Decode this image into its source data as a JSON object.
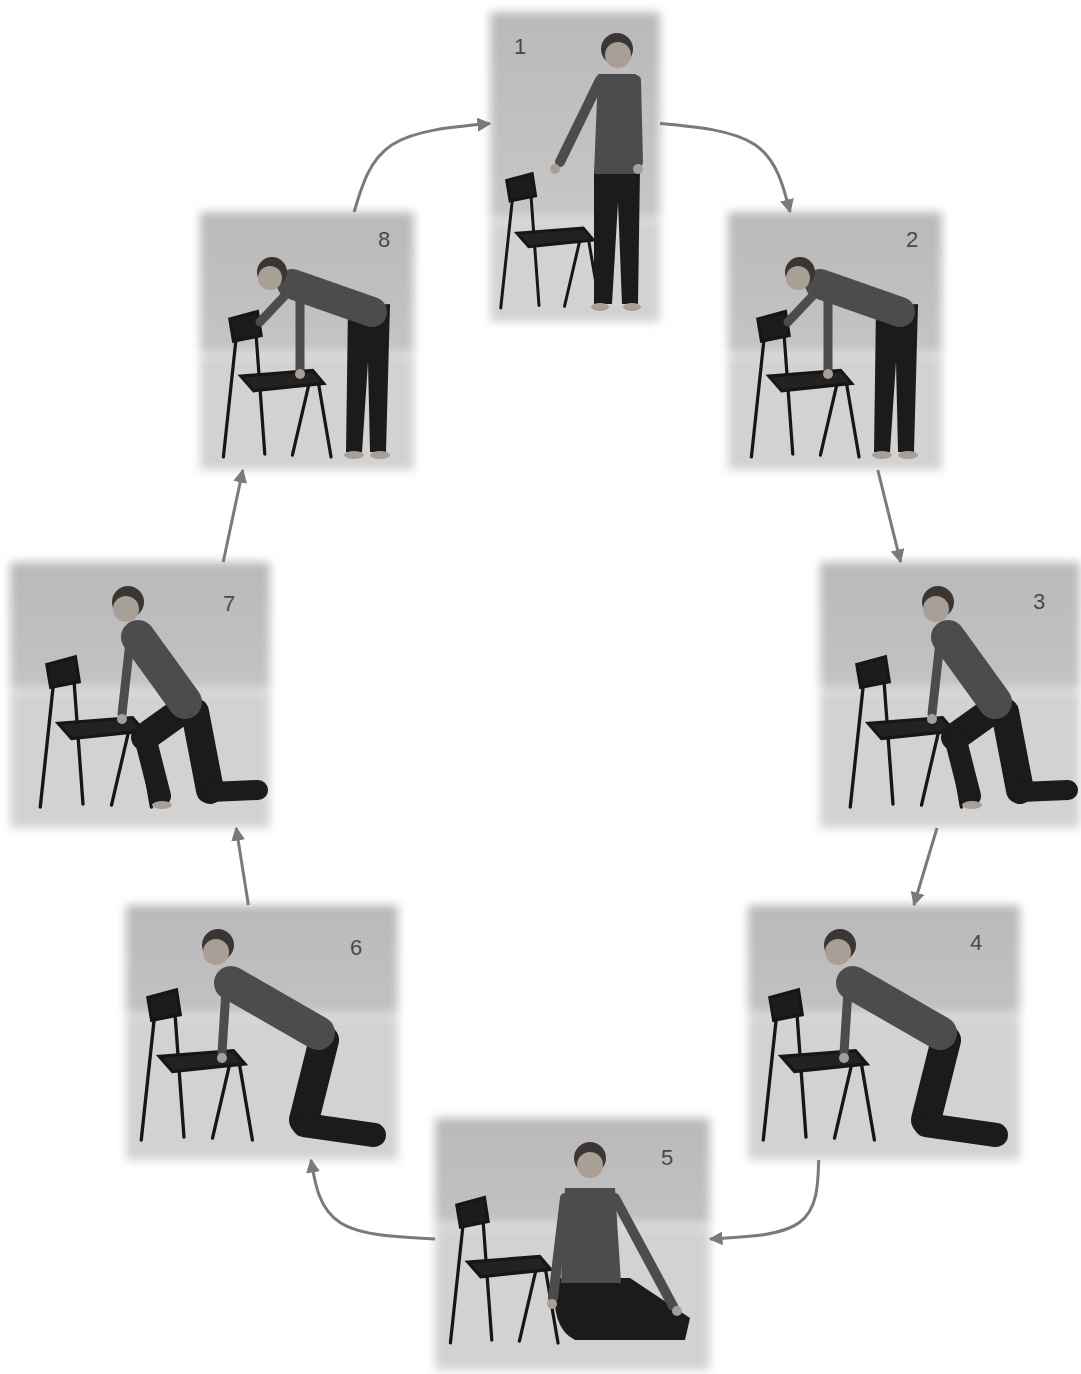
{
  "diagram": {
    "nodes": [
      {
        "text": [
          "1"
        ]
      },
      {
        "text": [
          "2"
        ]
      },
      {
        "text": [
          "3"
        ]
      },
      {
        "text": [
          "4"
        ]
      },
      {
        "text": [
          "5"
        ]
      },
      {
        "text": [
          "6"
        ]
      },
      {
        "text": [
          "7"
        ]
      },
      {
        "text": [
          "8"
        ]
      }
    ],
    "edges": [
      {
        "from": 0,
        "to": 1,
        "arrow": "to"
      },
      {
        "from": 1,
        "to": 2,
        "arrow": "to"
      },
      {
        "from": 2,
        "to": 3,
        "arrow": "to"
      },
      {
        "from": 3,
        "to": 4,
        "arrow": "to"
      },
      {
        "from": 4,
        "to": 5,
        "arrow": "to"
      },
      {
        "from": 5,
        "to": 6,
        "arrow": "to"
      },
      {
        "from": 6,
        "to": 7,
        "arrow": "to"
      },
      {
        "from": 7,
        "to": 0,
        "arrow": "to"
      }
    ]
  }
}
